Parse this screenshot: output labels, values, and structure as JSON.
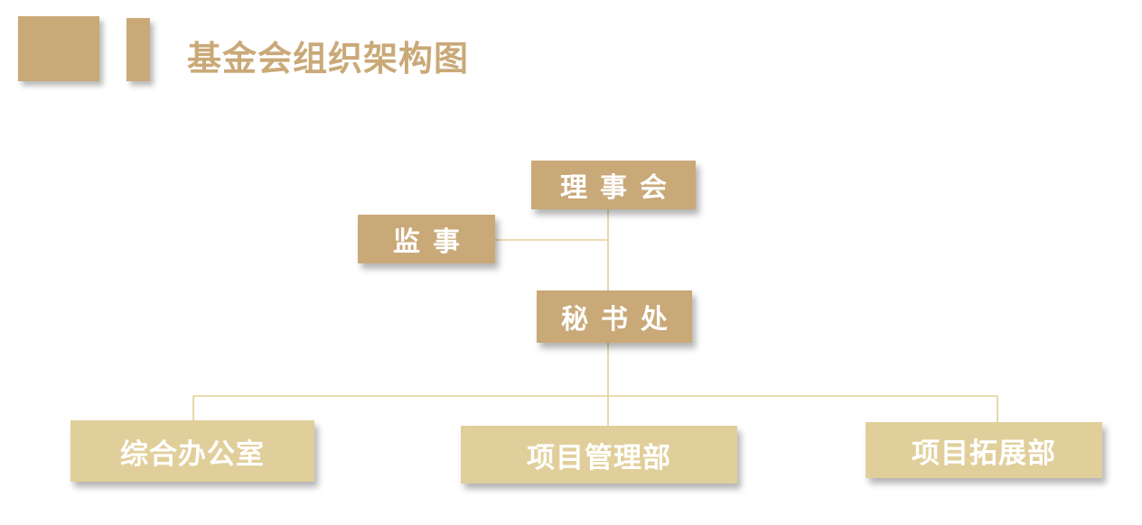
{
  "header": {
    "title": "基金会组织架构图",
    "accent_color": "#c9a978"
  },
  "org": {
    "board": "理事会",
    "supervisor": "监事",
    "secretariat": "秘书处",
    "departments": [
      {
        "label": "综合办公室"
      },
      {
        "label": "项目管理部"
      },
      {
        "label": "项目拓展部"
      }
    ]
  },
  "colors": {
    "box_dark": "#c9a978",
    "box_light": "#e1cf9b",
    "connector": "#e3cf98",
    "text": "#ffffff"
  }
}
